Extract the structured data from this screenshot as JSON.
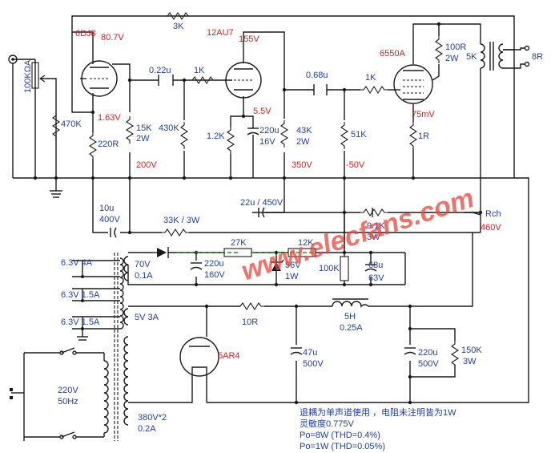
{
  "tubes": {
    "v1": "6DJ8",
    "v2": "12AU7",
    "v3": "6550A",
    "rect": "5AR4"
  },
  "voltages": {
    "v1_plate": "80.7V",
    "v1_cathode": "1.63V",
    "v2_plate": "155V",
    "v2_cathode": "5.5V",
    "v3_cathode": "75mV",
    "b1": "200V",
    "b2": "350V",
    "bias": "-50V",
    "bplus": "460V"
  },
  "parts": {
    "r_fb": "3K",
    "vol": "100KΩA",
    "r_grid": "470K",
    "r_k1": "220R",
    "c1": "0.22u",
    "r_gs1": "1K",
    "r_l1a": "15K",
    "r_l1b": "2W",
    "r_g2": "430K",
    "r_k2": "1.2K",
    "c_k2a": "220u",
    "c_k2b": "16V",
    "r_l2a": "43K",
    "r_l2b": "2W",
    "c2": "0.68u",
    "r_gs2": "1K",
    "r_g3": "51K",
    "r_k3": "1R",
    "r_sg_a": "100R",
    "r_sg_b": "2W",
    "ot_pri": "5K",
    "ot_sec": "8R",
    "c_dec1a": "10u",
    "c_dec1b": "400V",
    "r_dec1": "33K / 3W",
    "c_dec2": "22u / 450V",
    "r_dec2a": "9.1K",
    "r_dec2b": "3W",
    "rch": "Rch",
    "r_b1": "27K",
    "r_b2": "12K",
    "c_b1a": "220u",
    "c_b1b": "160V",
    "z1a": "56V",
    "z1b": "1W",
    "r_b3": "100K",
    "c_b2a": "68u",
    "c_b2b": "63V",
    "pt_70a": "70V",
    "pt_70b": "0.1A",
    "pt_h1": "6.3V  4A",
    "pt_h2": "6.3V 1.5A",
    "pt_h3": "6.3V 1.5A",
    "pt_5v": "5V 3A",
    "pt_hv1": "380V*2",
    "pt_hv2": "0.2A",
    "mains1": "220V",
    "mains2": "50Hz",
    "r_sr": "10R",
    "choke1": "5H",
    "choke2": "0.25A",
    "c_f1a": "47u",
    "c_f1b": "500V",
    "c_f2a": "220u",
    "c_f2b": "500V",
    "r_bl_a": "150K",
    "r_bl_b": "3W"
  },
  "notes": {
    "n1": "退耦为单声道使用 ，电阻未注明皆为1W",
    "n2": "灵敏度0.775V",
    "n3": "Po=8W (THD=0.4%)",
    "n4": "Po=1W (THD=0.05%)"
  },
  "watermark": "www.elecfans.com"
}
